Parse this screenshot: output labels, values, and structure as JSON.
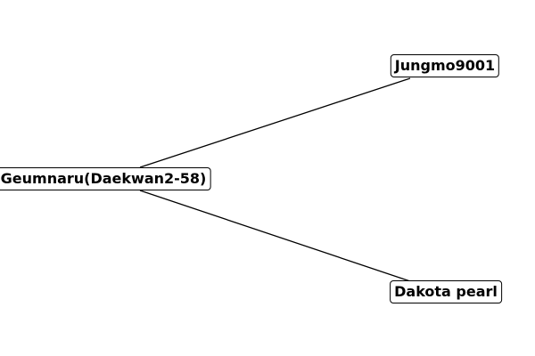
{
  "nodes": {
    "root": {
      "label": "Geumnaru(Daekwan2-58)"
    },
    "child_top": {
      "label": "Jungmo9001"
    },
    "child_bottom": {
      "label": "Dakota pearl"
    }
  },
  "edges": [
    {
      "from": "root",
      "to": "child_top"
    },
    {
      "from": "root",
      "to": "child_bottom"
    }
  ],
  "colors": {
    "line": "#000000",
    "node_border": "#000000",
    "node_fill": "#ffffff",
    "text": "#000000"
  }
}
